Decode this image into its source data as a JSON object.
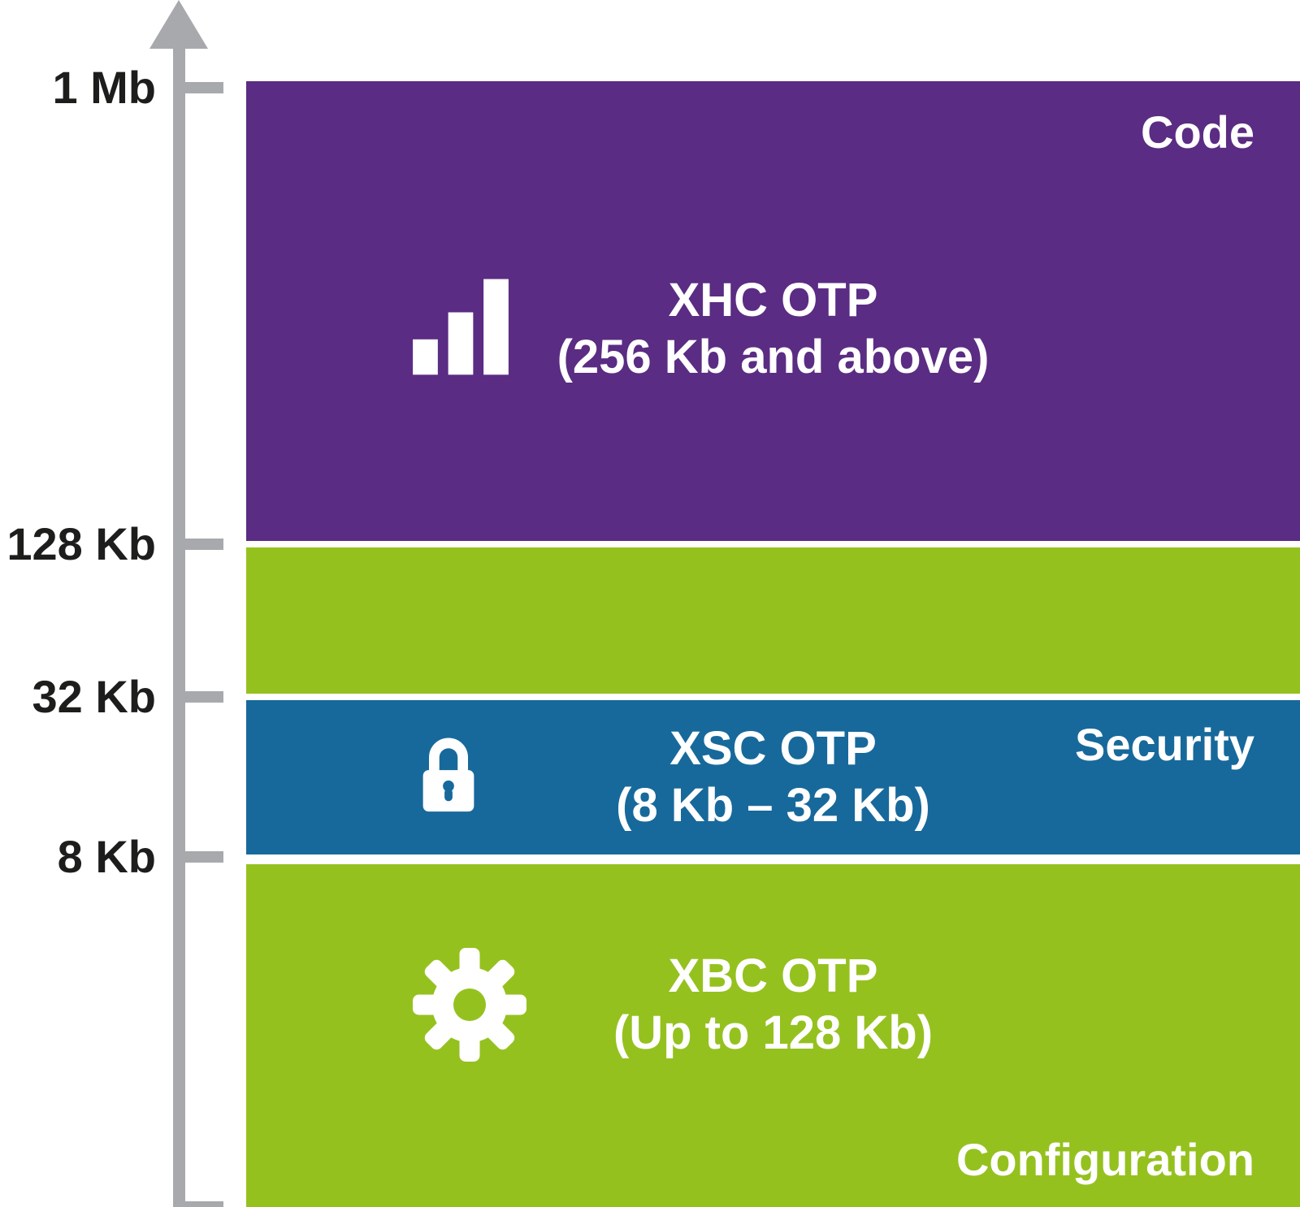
{
  "axis": {
    "color": "#a7a9ac",
    "tick_labels": [
      "1 Mb",
      "128 Kb",
      "32 Kb",
      "8 Kb"
    ]
  },
  "text_color": "#1d1d1b",
  "band_text_color": "#ffffff",
  "bands": {
    "code": {
      "region_label": "Code",
      "title": "XHC OTP",
      "range": "(256 Kb and above)",
      "color": "#5b2c83",
      "icon": "bar-chart-icon"
    },
    "mid_green": {
      "color": "#95c11f"
    },
    "security": {
      "region_label": "Security",
      "title": "XSC OTP",
      "range": "(8 Kb – 32 Kb)",
      "color": "#17699b",
      "icon": "lock-icon"
    },
    "configuration": {
      "region_label": "Configuration",
      "title": "XBC OTP",
      "range": "(Up to 128 Kb)",
      "color": "#95c11f",
      "icon": "gear-icon"
    }
  }
}
